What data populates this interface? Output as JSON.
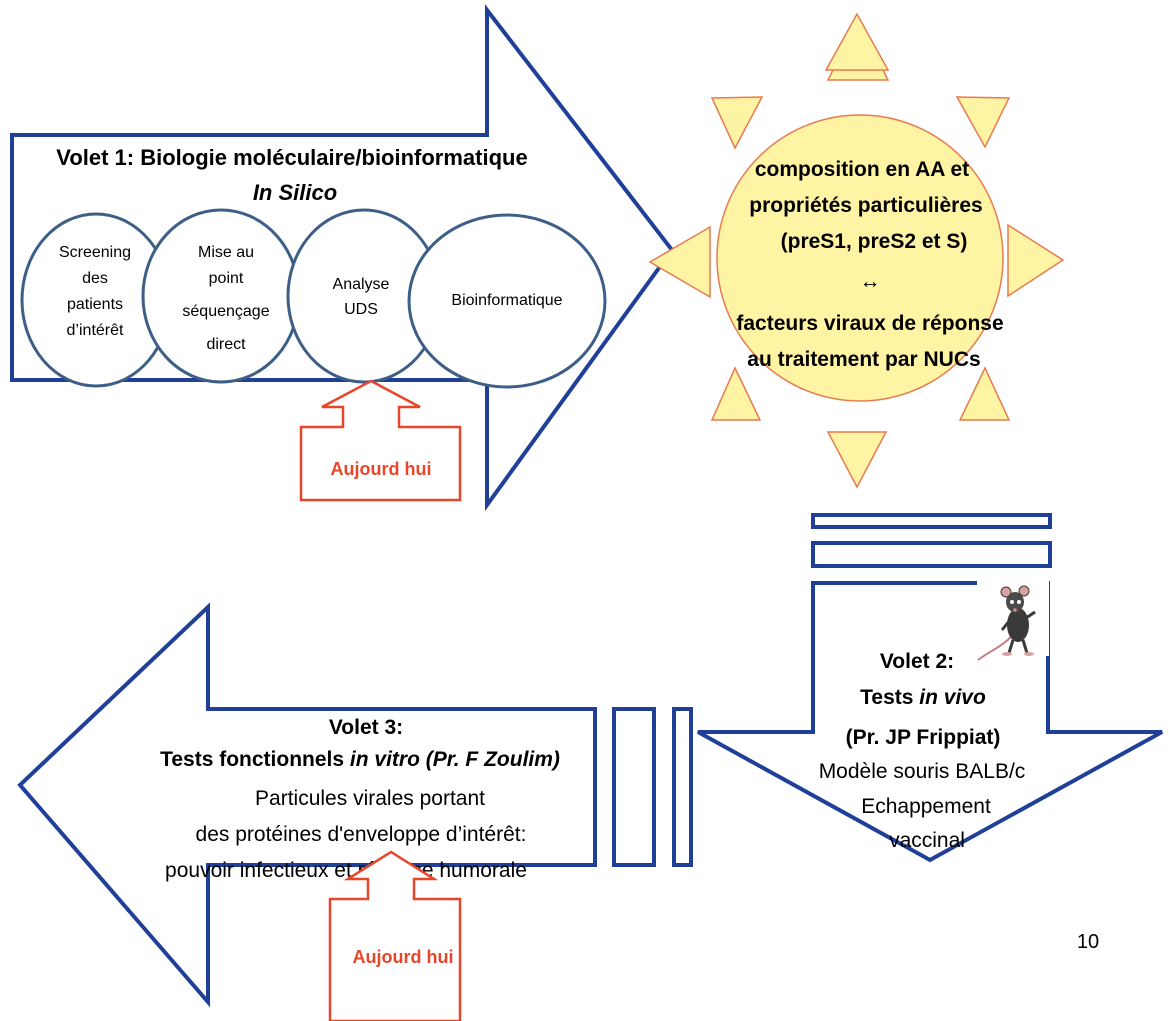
{
  "volet1": {
    "title": "Volet 1: Biologie moléculaire/bioinformatique",
    "subtitle": "In Silico",
    "steps": [
      {
        "lines": [
          "Screening",
          "des",
          "patients",
          "d’intérêt"
        ]
      },
      {
        "lines": [
          "Mise au",
          "point",
          "séquençage",
          "direct"
        ]
      },
      {
        "lines": [
          "Analyse",
          "UDS"
        ]
      },
      {
        "lines": [
          "Bioinformatique"
        ]
      }
    ],
    "today_label": "Aujourd hui"
  },
  "center": {
    "lines": [
      "composition en AA et",
      "propriétés particulières",
      "(preS1, preS2 et S)",
      "↔",
      "facteurs viraux de réponse",
      "au traitement par NUCs"
    ]
  },
  "volet2": {
    "title": "Volet 2:",
    "tests_prefix": "Tests ",
    "tests_italic": "in vivo",
    "lead": "(Pr. JP Frippiat)",
    "lines": [
      "Modèle souris BALB/c",
      "Echappement",
      "vaccinal"
    ],
    "mouse_icon": "mouse-icon"
  },
  "volet3": {
    "title": "Volet 3:",
    "tests_prefix": "Tests fonctionnels ",
    "tests_italic": "in vitro (Pr. F Zoulim)",
    "lines": [
      "Particules virales portant",
      "des protéines d'enveloppe d’intérêt:",
      "pouvoir infectieux  et réponse humorale"
    ],
    "today_label": "Aujourd hui"
  },
  "page_number": "10",
  "colors": {
    "arrow_stroke": "#1f3f99",
    "circle_stroke": "#3d5f87",
    "sun_fill": "#fff4a3",
    "sun_stroke": "#e87a50",
    "today_stroke": "#e8462a"
  }
}
